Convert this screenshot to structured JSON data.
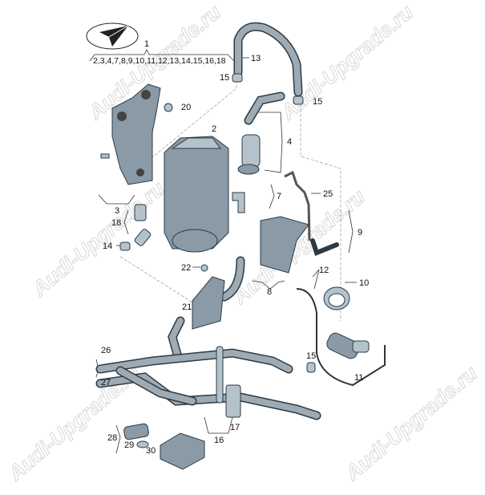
{
  "watermark": "Audi-Upgrade.ru",
  "logo": "paper-plane-logo",
  "callouts": {
    "main": "1",
    "main_range": "2,3,4,7,8,9,10,11,12,13,14,15,16,18",
    "p13": "13",
    "p15a": "15",
    "p15b": "15",
    "p20": "20",
    "p2": "2",
    "p4": "4",
    "p3": "3",
    "p7": "7",
    "p25": "25",
    "p18": "18",
    "p9": "9",
    "p14": "14",
    "p22": "22",
    "p12": "12",
    "p10": "10",
    "p8": "8",
    "p21": "21",
    "p26": "26",
    "p15c": "15",
    "p11": "11",
    "p27": "27",
    "p17": "17",
    "p16": "16",
    "p28": "28",
    "p29": "29",
    "p30": "30"
  }
}
